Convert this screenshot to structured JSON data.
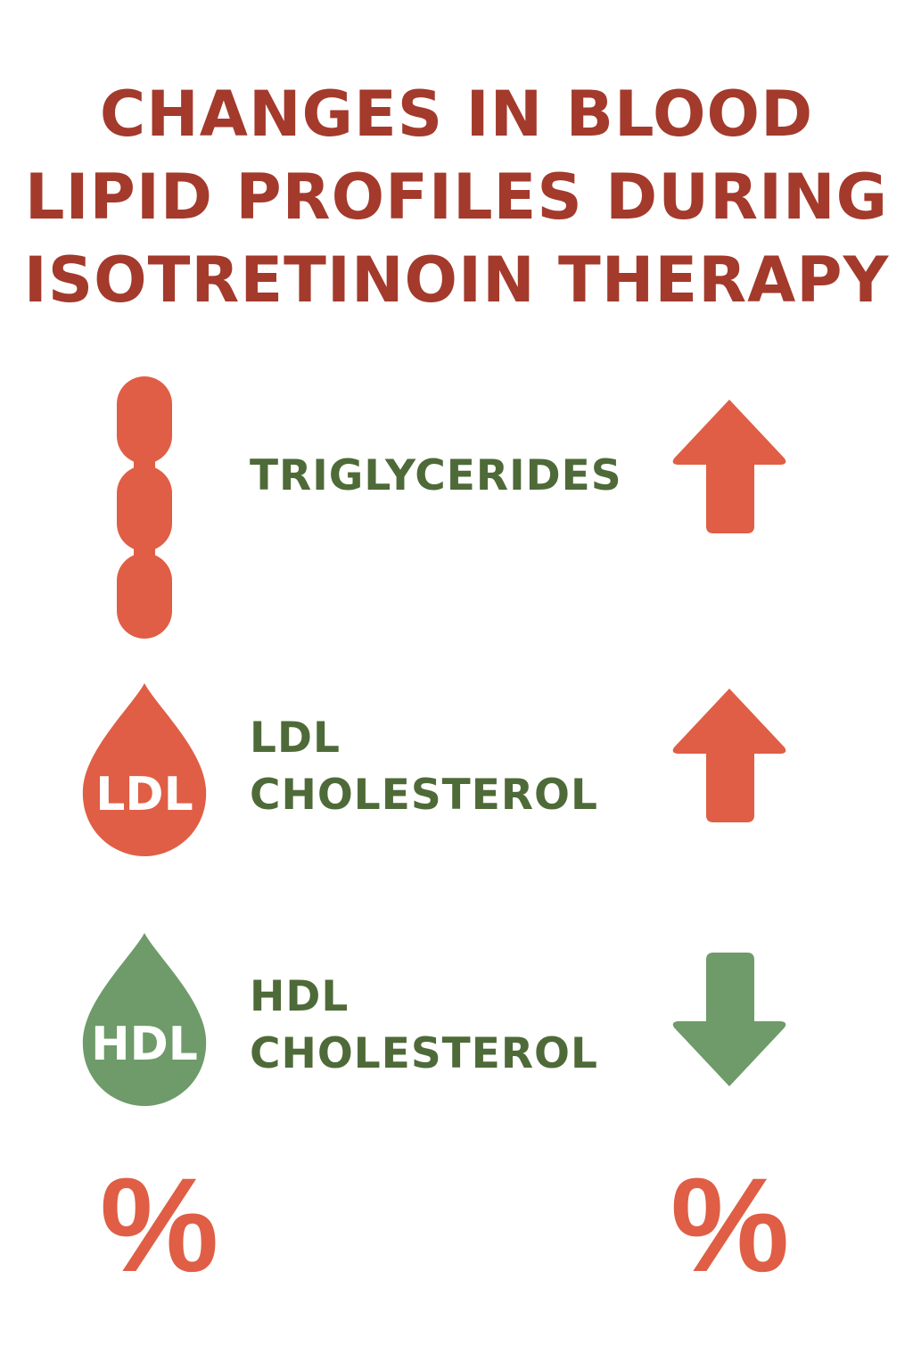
{
  "title": {
    "line1": "CHANGES IN BLOOD",
    "line2": "LIPID PROFILES DURING",
    "line3": "ISOTRETINOIN THERAPY"
  },
  "rows": [
    {
      "label_lines": [
        "TRIGLYCERIDES"
      ],
      "icon": "triglyceride-chain-icon",
      "direction": "up",
      "color": "#df5e45"
    },
    {
      "label_lines": [
        "LDL",
        "CHOLESTEROL"
      ],
      "icon": "drop-icon",
      "icon_text": "LDL",
      "direction": "up",
      "color": "#df5e45"
    },
    {
      "label_lines": [
        "HDL",
        "CHOLESTEROL"
      ],
      "icon": "drop-icon",
      "icon_text": "HDL",
      "direction": "down",
      "color": "#6e9b69"
    }
  ],
  "footer": {
    "left_symbol": "%",
    "right_symbol": "%"
  },
  "colors": {
    "title": "#a33a2b",
    "label": "#4e6a38",
    "red": "#df5e45",
    "green": "#6e9b69"
  }
}
